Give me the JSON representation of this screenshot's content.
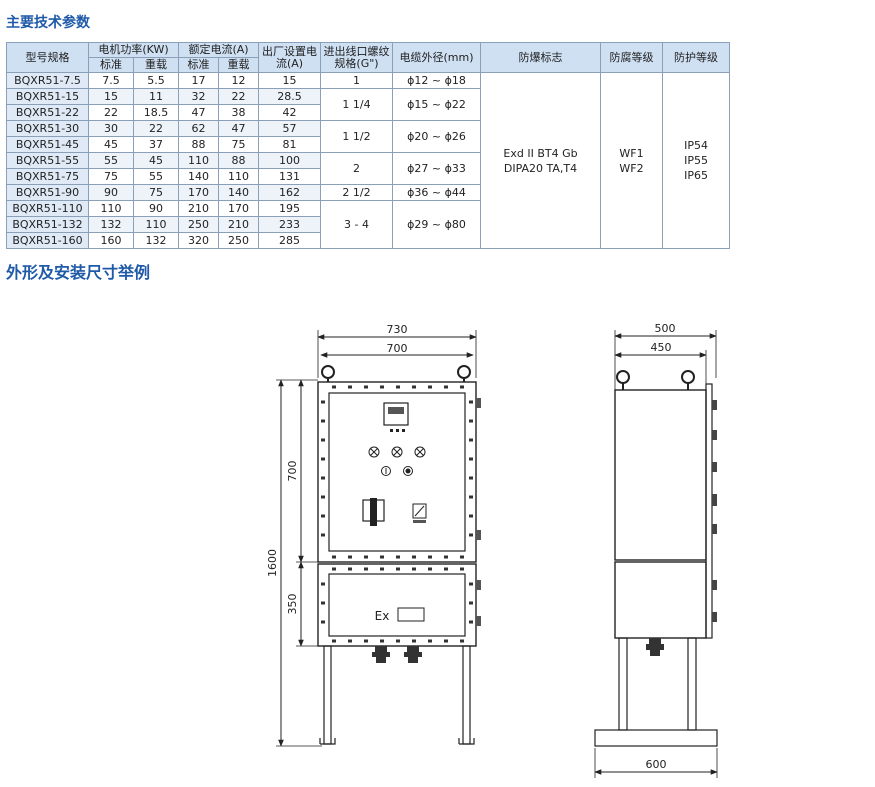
{
  "section1_title": "主要技术参数",
  "section2_title": "外形及安装尺寸举例",
  "table": {
    "headers": {
      "model": "型号规格",
      "motor_power": "电机功率(KW)",
      "rated_current": "额定电流(A)",
      "factory_current": "出厂设置电流(A)",
      "inlet_thread": "进出线口螺纹规格(G\")",
      "cable_od": "电缆外径(mm)",
      "ex_mark": "防爆标志",
      "anticorrosion": "防腐等级",
      "protection": "防护等级",
      "standard": "标准",
      "heavy": "重载"
    },
    "rows": [
      {
        "model": "BQXR51-7.5",
        "p_std": "7.5",
        "p_heavy": "5.5",
        "i_std": "17",
        "i_heavy": "12",
        "set_current": "15"
      },
      {
        "model": "BQXR51-15",
        "p_std": "15",
        "p_heavy": "11",
        "i_std": "32",
        "i_heavy": "22",
        "set_current": "28.5"
      },
      {
        "model": "BQXR51-22",
        "p_std": "22",
        "p_heavy": "18.5",
        "i_std": "47",
        "i_heavy": "38",
        "set_current": "42"
      },
      {
        "model": "BQXR51-30",
        "p_std": "30",
        "p_heavy": "22",
        "i_std": "62",
        "i_heavy": "47",
        "set_current": "57"
      },
      {
        "model": "BQXR51-45",
        "p_std": "45",
        "p_heavy": "37",
        "i_std": "88",
        "i_heavy": "75",
        "set_current": "81"
      },
      {
        "model": "BQXR51-55",
        "p_std": "55",
        "p_heavy": "45",
        "i_std": "110",
        "i_heavy": "88",
        "set_current": "100"
      },
      {
        "model": "BQXR51-75",
        "p_std": "75",
        "p_heavy": "55",
        "i_std": "140",
        "i_heavy": "110",
        "set_current": "131"
      },
      {
        "model": "BQXR51-90",
        "p_std": "90",
        "p_heavy": "75",
        "i_std": "170",
        "i_heavy": "140",
        "set_current": "162"
      },
      {
        "model": "BQXR51-110",
        "p_std": "110",
        "p_heavy": "90",
        "i_std": "210",
        "i_heavy": "170",
        "set_current": "195"
      },
      {
        "model": "BQXR51-132",
        "p_std": "132",
        "p_heavy": "110",
        "i_std": "250",
        "i_heavy": "210",
        "set_current": "233"
      },
      {
        "model": "BQXR51-160",
        "p_std": "160",
        "p_heavy": "132",
        "i_std": "320",
        "i_heavy": "250",
        "set_current": "285"
      }
    ],
    "thread_groups": [
      {
        "value": "1",
        "rows": 1
      },
      {
        "value": "1 1/4",
        "rows": 2
      },
      {
        "value": "1 1/2",
        "rows": 2
      },
      {
        "value": "2",
        "rows": 2
      },
      {
        "value": "2 1/2",
        "rows": 1
      },
      {
        "value": "3 - 4",
        "rows": 3
      }
    ],
    "cable_groups": [
      {
        "value": "ϕ12 ~ ϕ18",
        "rows": 1
      },
      {
        "value": "ϕ15 ~ ϕ22",
        "rows": 2
      },
      {
        "value": "ϕ20 ~ ϕ26",
        "rows": 2
      },
      {
        "value": "ϕ27 ~ ϕ33",
        "rows": 2
      },
      {
        "value": "ϕ36 ~ ϕ44",
        "rows": 1
      },
      {
        "value": "ϕ29 ~ ϕ80",
        "rows": 3
      }
    ],
    "ex_mark_lines": [
      "Exd II BT4  Gb",
      "DIPA20  TA,T4"
    ],
    "anticorrosion_lines": [
      "WF1",
      "WF2"
    ],
    "protection_lines": [
      "IP54",
      "IP55",
      "IP65"
    ]
  },
  "drawing": {
    "front": {
      "width_outer": "730",
      "width_inner": "700",
      "height_total": "1600",
      "height_upper": "700",
      "height_lower": "350",
      "ex_label": "Ex"
    },
    "side": {
      "width_outer": "500",
      "width_inner": "450",
      "base_width": "600"
    }
  }
}
